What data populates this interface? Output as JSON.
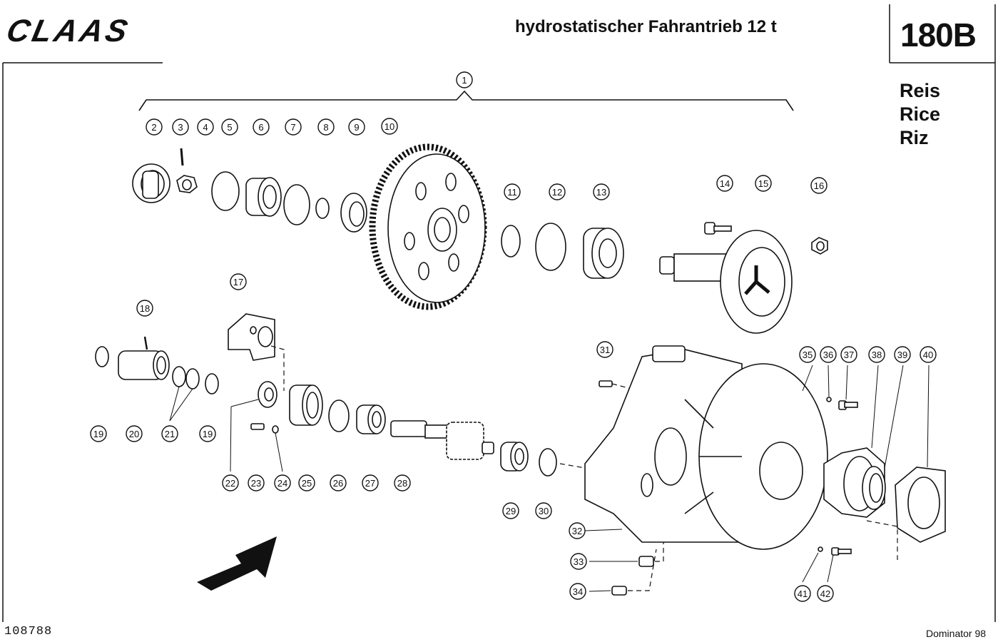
{
  "header": {
    "brand": "CLAAS",
    "title": "hydrostatischer Fahrantrieb 12 t",
    "page_code": "180B"
  },
  "variant_labels": [
    "Reis",
    "Rice",
    "Riz"
  ],
  "footer": {
    "document_number": "108788",
    "model": "Dominator 98"
  },
  "callouts": [
    {
      "n": "1"
    },
    {
      "n": "2"
    },
    {
      "n": "3"
    },
    {
      "n": "4"
    },
    {
      "n": "5"
    },
    {
      "n": "6"
    },
    {
      "n": "7"
    },
    {
      "n": "8"
    },
    {
      "n": "9"
    },
    {
      "n": "10"
    },
    {
      "n": "11"
    },
    {
      "n": "12"
    },
    {
      "n": "13"
    },
    {
      "n": "14"
    },
    {
      "n": "15"
    },
    {
      "n": "16"
    },
    {
      "n": "17"
    },
    {
      "n": "18"
    },
    {
      "n": "19"
    },
    {
      "n": "20"
    },
    {
      "n": "21"
    },
    {
      "n": "19"
    },
    {
      "n": "22"
    },
    {
      "n": "23"
    },
    {
      "n": "24"
    },
    {
      "n": "25"
    },
    {
      "n": "26"
    },
    {
      "n": "27"
    },
    {
      "n": "28"
    },
    {
      "n": "29"
    },
    {
      "n": "30"
    },
    {
      "n": "31"
    },
    {
      "n": "32"
    },
    {
      "n": "33"
    },
    {
      "n": "34"
    },
    {
      "n": "35"
    },
    {
      "n": "36"
    },
    {
      "n": "37"
    },
    {
      "n": "38"
    },
    {
      "n": "39"
    },
    {
      "n": "40"
    },
    {
      "n": "41"
    },
    {
      "n": "42"
    }
  ]
}
